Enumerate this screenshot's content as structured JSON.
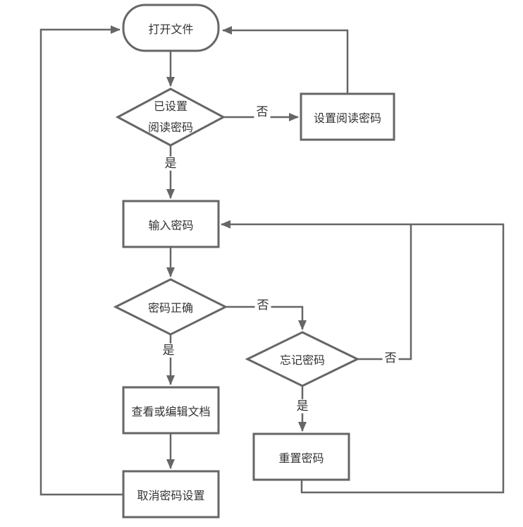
{
  "diagram": {
    "background": "#ffffff",
    "line_color": "#666666",
    "text_color": "#333333",
    "nodes": {
      "open_file": {
        "label": "打开文件",
        "type": "start"
      },
      "password_set": {
        "label_line1": "已设置",
        "label_line2": "阅读密码",
        "type": "decision"
      },
      "set_read_password": {
        "label": "设置阅读密码",
        "type": "process"
      },
      "enter_password": {
        "label": "输入密码",
        "type": "process"
      },
      "password_correct": {
        "label": "密码正确",
        "type": "decision"
      },
      "forgot_password": {
        "label": "忘记密码",
        "type": "decision"
      },
      "view_or_edit_document": {
        "label": "查看或编辑文档",
        "type": "process"
      },
      "reset_password": {
        "label": "重置密码",
        "type": "process"
      },
      "cancel_password_setting": {
        "label": "取消密码设置",
        "type": "process"
      }
    },
    "edge_labels": {
      "password_set_no": "否",
      "password_set_yes": "是",
      "password_correct_no": "否",
      "password_correct_yes": "是",
      "forgot_password_no": "否",
      "forgot_password_yes": "是"
    }
  }
}
